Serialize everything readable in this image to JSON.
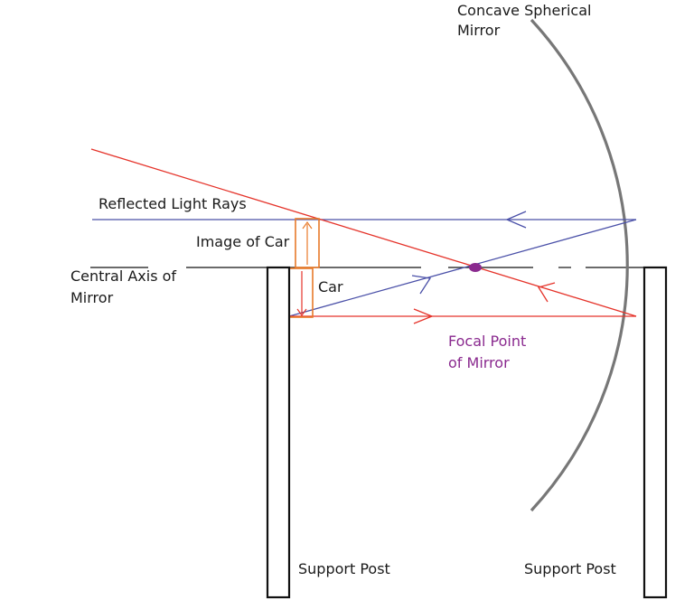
{
  "labels": {
    "mirror_line1": "Concave Spherical",
    "mirror_line2": "Mirror",
    "reflected_rays": "Reflected Light Rays",
    "image_of_car": "Image of Car",
    "central_axis_line1": "Central Axis of",
    "central_axis_line2": "Mirror",
    "car": "Car",
    "focal_line1": "Focal Point",
    "focal_line2": "of Mirror",
    "support_post_left": "Support Post",
    "support_post_right": "Support Post"
  },
  "colors": {
    "incident_ray": "#e5332a",
    "reflected_ray": "#4a50a8",
    "mirror": "#777777",
    "car_box": "#e87a2a",
    "focal_point": "#8a2a8f",
    "post": "#111111"
  }
}
